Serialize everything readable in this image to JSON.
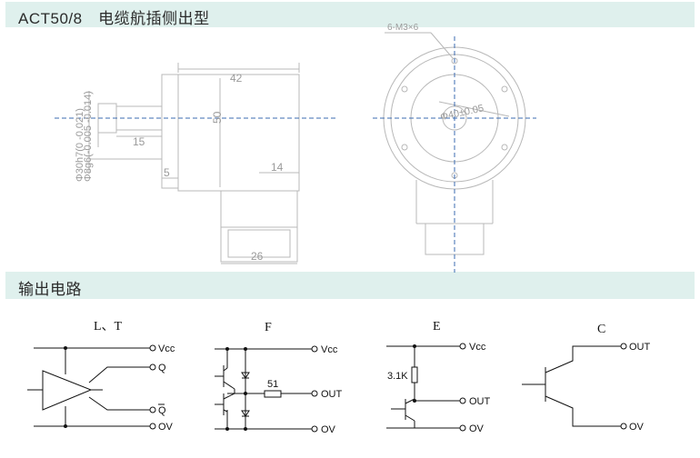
{
  "section1": {
    "title": "ACT50/8　电缆航插侧出型"
  },
  "section2": {
    "title": "输出电路"
  },
  "drawing": {
    "dim_42": "42",
    "dim_50": "50",
    "dim_15": "15",
    "dim_14": "14",
    "dim_5": "5",
    "dim_26": "26",
    "dim_d1": "Φ30h7(0 -0.021)",
    "dim_d2": "Φ8g6(-0.005 -0.014)",
    "dim_hole": "6-M3×6",
    "dim_pcd": "Φ40±0.05"
  },
  "circuits": {
    "lt": {
      "title": "L、T",
      "vcc": "Vcc",
      "q": "Q",
      "qbar": "Q",
      "ov": "OV"
    },
    "f": {
      "title": "F",
      "vcc": "Vcc",
      "res": "51",
      "out": "OUT",
      "ov": "OV"
    },
    "e": {
      "title": "E",
      "vcc": "Vcc",
      "res": "3.1K",
      "out": "OUT",
      "ov": "OV"
    },
    "c": {
      "title": "C",
      "out": "OUT",
      "ov": "OV"
    }
  },
  "colors": {
    "band": "#dff0ed",
    "drawing_line": "#b8b8b8",
    "center_line": "#3b6bb0",
    "circuit_line": "#111111"
  }
}
